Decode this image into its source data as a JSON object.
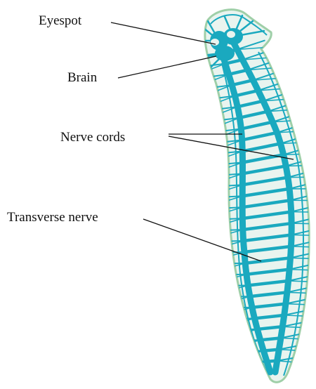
{
  "labels": {
    "eyespot": "Eyespot",
    "brain": "Brain",
    "nerve_cords": "Nerve cords",
    "transverse_nerve": "Transverse nerve"
  },
  "colors": {
    "nerve": "#1aa9bf",
    "body_fill": "#e9f4ef",
    "body_outline": "#9fcfa8",
    "leader_line": "#111111"
  }
}
